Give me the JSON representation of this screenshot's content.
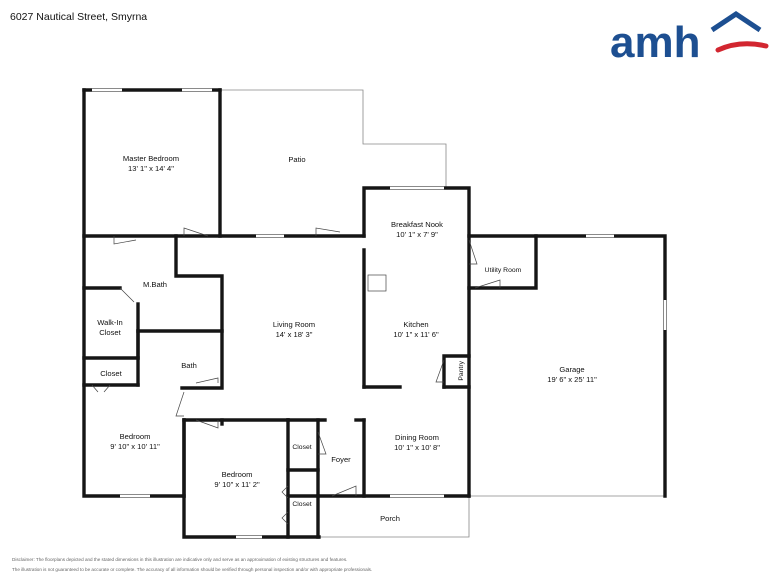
{
  "header": {
    "address": "6027 Nautical Street, Smyrna"
  },
  "logo": {
    "text": "amh",
    "color_text": "#1d4f91",
    "color_swoosh": "#d22630"
  },
  "rooms": {
    "master_bedroom": {
      "name": "Master Bedroom",
      "dim": "13' 1\" x 14' 4\""
    },
    "patio": {
      "name": "Patio"
    },
    "breakfast_nook": {
      "name": "Breakfast Nook",
      "dim": "10' 1\" x 7' 9\""
    },
    "utility_room": {
      "name": "Utility Room"
    },
    "m_bath": {
      "name": "M.Bath"
    },
    "walk_in_closet": {
      "name": "Walk-In Closet"
    },
    "living_room": {
      "name": "Living Room",
      "dim": "14' x 18' 3\""
    },
    "kitchen": {
      "name": "Kitchen",
      "dim": "10' 1\" x 11' 6\""
    },
    "pantry": {
      "name": "Pantry"
    },
    "garage": {
      "name": "Garage",
      "dim": "19' 6\" x 25' 11\""
    },
    "closet_left": {
      "name": "Closet"
    },
    "bath": {
      "name": "Bath"
    },
    "bedroom_left": {
      "name": "Bedroom",
      "dim": "9' 10\" x 10' 11\""
    },
    "bedroom_center": {
      "name": "Bedroom",
      "dim": "9' 10\" x 11' 2\""
    },
    "closet_foyer": {
      "name": "Closet"
    },
    "closet_bedroom": {
      "name": "Closet"
    },
    "foyer": {
      "name": "Foyer"
    },
    "dining_room": {
      "name": "Dining Room",
      "dim": "10' 1\" x 10' 8\""
    },
    "porch": {
      "name": "Porch"
    }
  },
  "disclaimer": {
    "line1": "Disclaimer: The floorplans depicted and the stated dimensions in this illustration are indicative only and serve as an approximation of existing structures and features.",
    "line2": "The illustration is not guaranteed to be accurate or complete. The accuracy of all information should be verified through personal inspection and/or with appropriate professionals."
  }
}
